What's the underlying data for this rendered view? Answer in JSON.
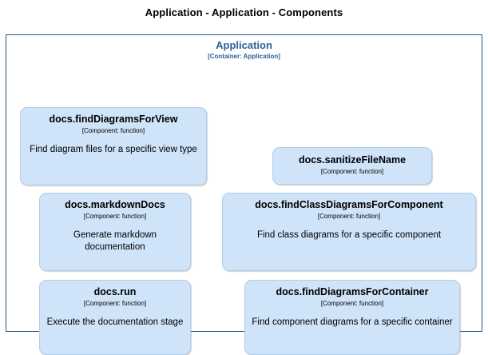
{
  "diagram": {
    "title": "Application - Application - Components",
    "colors": {
      "container_border": "#2a5587",
      "container_title": "#2a6099",
      "component_fill": "#cfe3f9",
      "component_border": "#b3cde8",
      "text": "#000000",
      "background": "#ffffff"
    },
    "container": {
      "name": "Application",
      "type": "[Container: Application]"
    },
    "components": [
      {
        "id": "findDiagramsForView",
        "name": "docs.findDiagramsForView",
        "type": "[Component: function]",
        "description": "Find diagram files for a specific view type"
      },
      {
        "id": "sanitizeFileName",
        "name": "docs.sanitizeFileName",
        "type": "[Component: function]",
        "description": ""
      },
      {
        "id": "markdownDocs",
        "name": "docs.markdownDocs",
        "type": "[Component: function]",
        "description": "Generate markdown documentation"
      },
      {
        "id": "findClassDiagramsForComponent",
        "name": "docs.findClassDiagramsForComponent",
        "type": "[Component: function]",
        "description": "Find class diagrams for a specific component"
      },
      {
        "id": "run",
        "name": "docs.run",
        "type": "[Component: function]",
        "description": "Execute the documentation stage"
      },
      {
        "id": "findDiagramsForContainer",
        "name": "docs.findDiagramsForContainer",
        "type": "[Component: function]",
        "description": "Find component diagrams for a specific container"
      }
    ]
  }
}
